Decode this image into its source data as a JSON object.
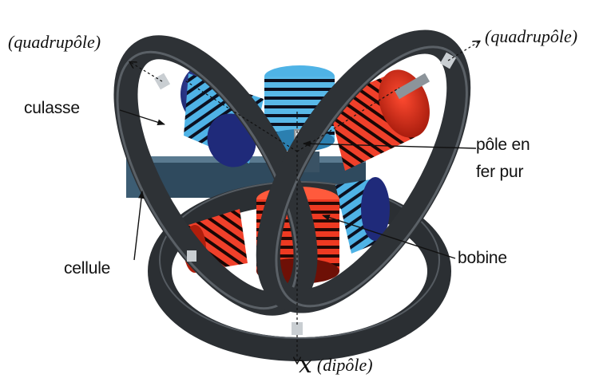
{
  "labels": {
    "quadrupole_left": "(quadrupôle)",
    "quadrupole_right": "(quadrupôle)",
    "culasse": "culasse",
    "pole_line1": "pôle en",
    "pole_line2": "fer pur",
    "cellule": "cellule",
    "bobine": "bobine",
    "dipole_axis": "x",
    "dipole_text": "(dipôle)"
  },
  "colors": {
    "yoke": "#2e3236",
    "yoke_edge": "#4a4f55",
    "coil_blue": "#4fb3e6",
    "coil_blue_dark": "#1f2a7a",
    "coil_red": "#e8321e",
    "coil_red_dark": "#7a1208",
    "cell": "#2f4a5e"
  }
}
